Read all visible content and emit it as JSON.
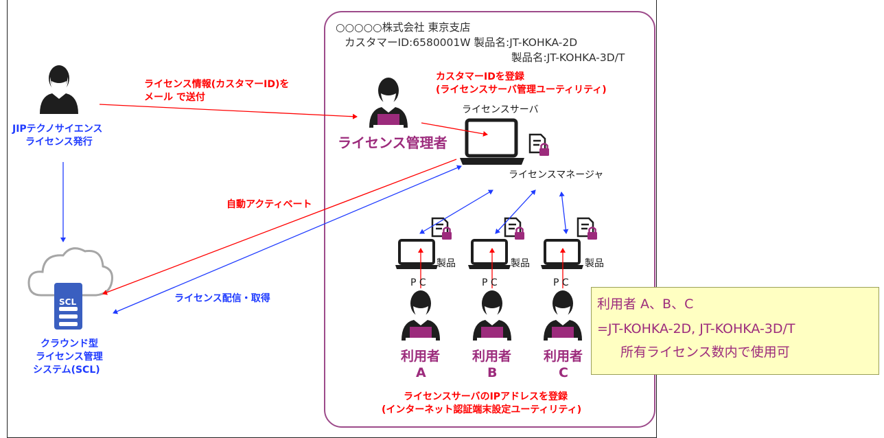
{
  "office": {
    "company": "○○○○○株式会社 東京支店",
    "customer_line": "カスタマーID:6580001W 製品名:JT-KOHKA-2D",
    "product_line2": "製品名:JT-KOHKA-3D/T"
  },
  "issuer": {
    "line1": "JIPテクノサイエンス",
    "line2": "ライセンス発行"
  },
  "cloud": {
    "badge": "SCL",
    "line1": "クラウンド型",
    "line2": "ライセンス管理",
    "line3": "システム(SCL)"
  },
  "arrows": {
    "send_line1": "ライセンス情報(カスタマーID)を",
    "send_line2": "メール で送付",
    "auto_activate": "自動アクティベート",
    "distribute": "ライセンス配信・取得"
  },
  "admin": {
    "label": "ライセンス管理者",
    "register_line1": "カスタマーIDを登録",
    "register_line2": "(ライセンスサーバ管理ユーティリティ)"
  },
  "server": {
    "label": "ライセンスサーバ",
    "manager_label": "ライセンスマネージャ"
  },
  "product_label": "製品",
  "pc_label": "P C",
  "users": [
    {
      "label": "利用者",
      "letter": "A"
    },
    {
      "label": "利用者",
      "letter": "B"
    },
    {
      "label": "利用者",
      "letter": "C"
    }
  ],
  "bottom": {
    "line1": "ライセンスサーバのIPアドレスを登録",
    "line2": "(インターネット認証端末設定ユーティリティ)"
  },
  "note": {
    "line1": "利用者 A、B、C",
    "line2": "=JT-KOHKA-2D, JT-KOHKA-3D/T",
    "line3": "所有ライセンス数内で使用可"
  },
  "colors": {
    "accent": "#9c2b7c",
    "frame": "#9c4a8a",
    "red": "#ff0000",
    "blue": "#1f3bff",
    "note_bg": "#ffffc2"
  },
  "icons": [
    "person-icon",
    "cloud-icon",
    "server-icon",
    "laptop-icon",
    "license-document-icon",
    "lock-icon"
  ]
}
